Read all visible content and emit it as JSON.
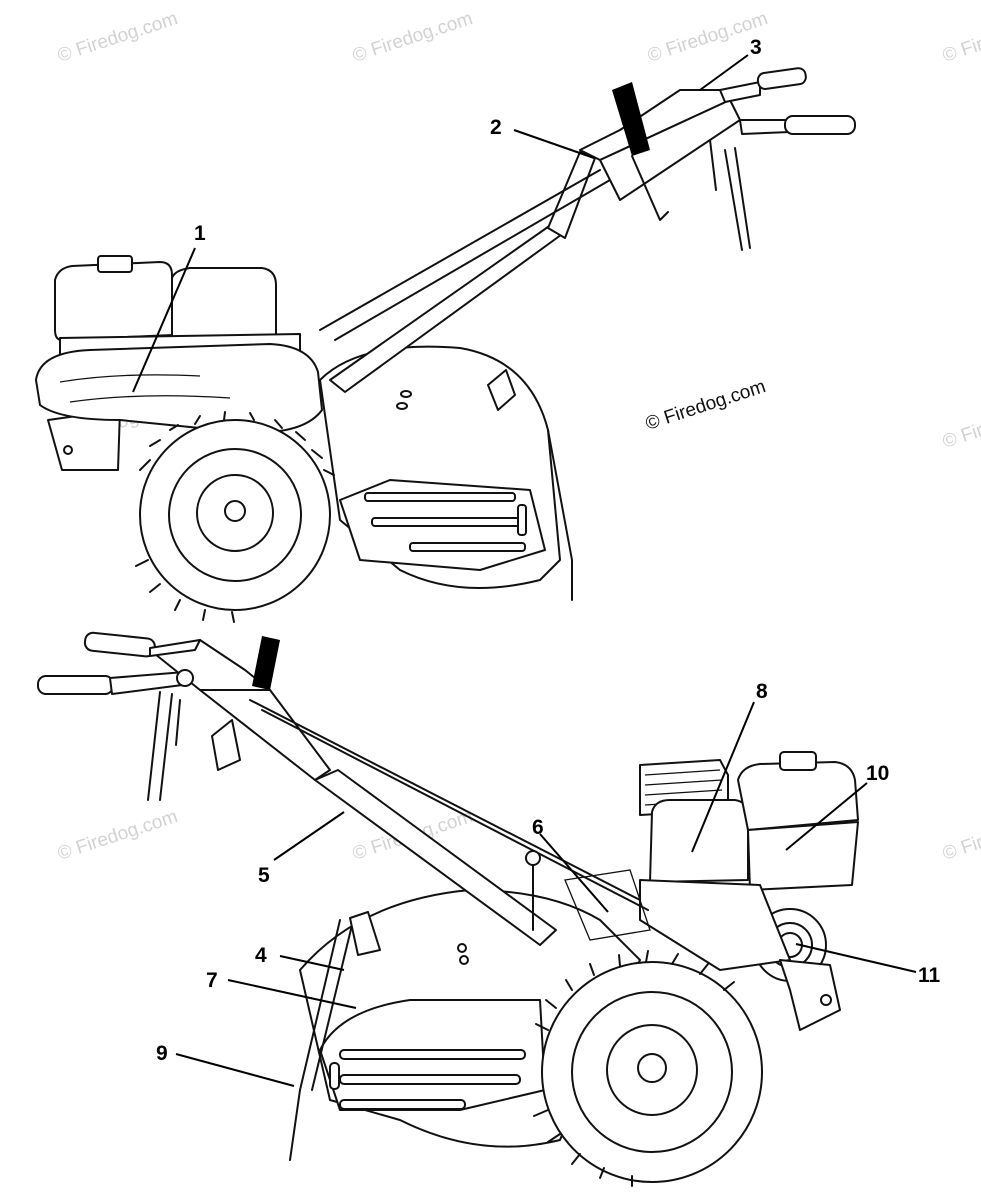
{
  "watermark": "© Firedog.com",
  "copyright": "© Firedog.com",
  "callouts": [
    {
      "label": "1"
    },
    {
      "label": "2"
    },
    {
      "label": "3"
    },
    {
      "label": "4"
    },
    {
      "label": "5"
    },
    {
      "label": "6"
    },
    {
      "label": "7"
    },
    {
      "label": "8"
    },
    {
      "label": "9"
    },
    {
      "label": "10"
    },
    {
      "label": "11"
    }
  ]
}
